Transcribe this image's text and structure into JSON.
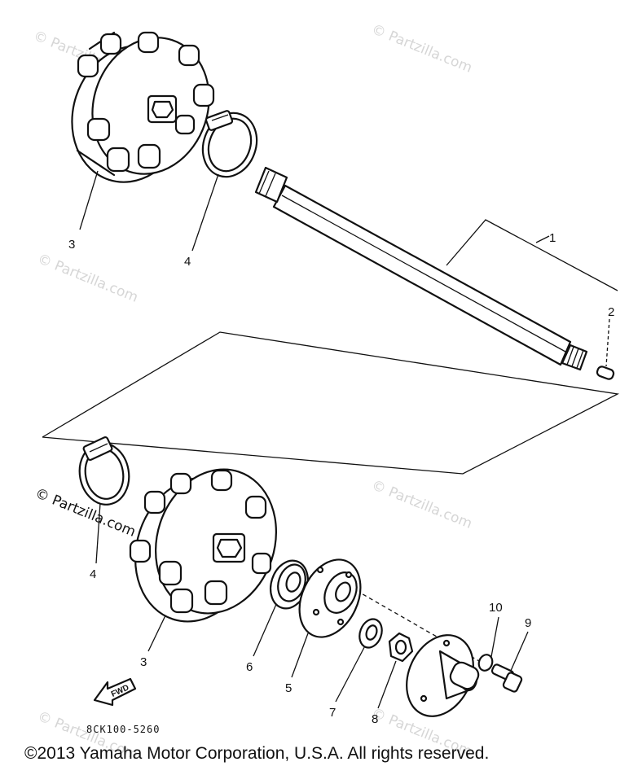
{
  "callouts": {
    "n1": "1",
    "n2": "2",
    "n3a": "3",
    "n3b": "3",
    "n4a": "4",
    "n4b": "4",
    "n5": "5",
    "n6": "6",
    "n7": "7",
    "n8": "8",
    "n9": "9",
    "n10": "10"
  },
  "fwd_label": "FWD",
  "diagram_code": "8CK100-5260",
  "watermark": "© Partzilla.com",
  "copyright": "©2013  Yamaha Motor Corporation, U.S.A. All rights reserved."
}
